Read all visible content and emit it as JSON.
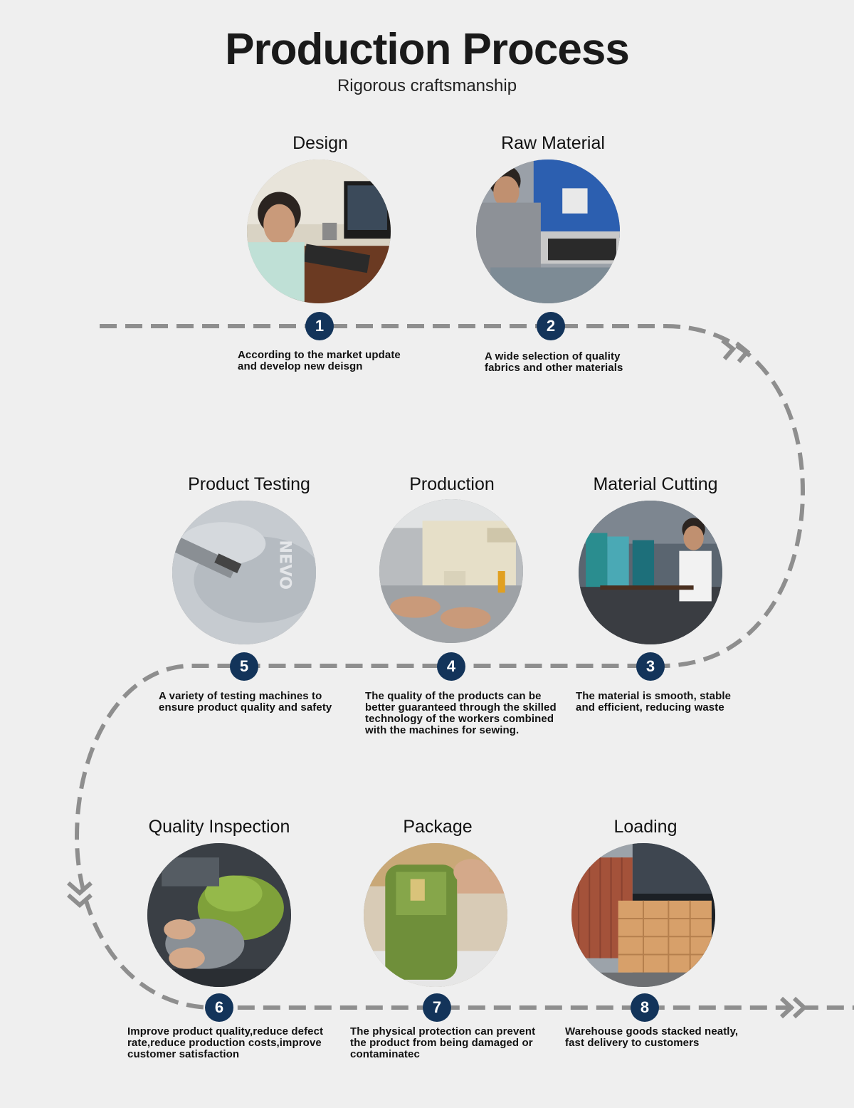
{
  "header": {
    "title": "Production Process",
    "subtitle": "Rigorous craftsmanship"
  },
  "steps": [
    {
      "number": "1",
      "title": "Design",
      "description": "According to the market update\nand develop new deisgn",
      "photo": "office-designer-at-computer"
    },
    {
      "number": "2",
      "title": "Raw Material",
      "description": "A wide selection of quality\nfabrics and other materials",
      "photo": "worker-at-press-machine"
    },
    {
      "number": "3",
      "title": "Material Cutting",
      "description": "The material is smooth, stable\nand efficient, reducing waste",
      "photo": "worker-cutting-fabric"
    },
    {
      "number": "4",
      "title": "Production",
      "description": "The quality of the products can be\nbetter guaranteed through the skilled\ntechnology of the workers combined\nwith the machines for sewing.",
      "photo": "sewing-machine"
    },
    {
      "number": "5",
      "title": "Product Testing",
      "description": "A variety of testing machines to\nensure product quality and safety",
      "photo": "fabric-testing"
    },
    {
      "number": "6",
      "title": "Quality Inspection",
      "description": "Improve product quality,reduce defect\nrate,reduce production costs,improve\ncustomer satisfaction",
      "photo": "inspecting-backpacks"
    },
    {
      "number": "7",
      "title": "Package",
      "description": "The physical protection can prevent\nthe product from being damaged or\ncontaminatec",
      "photo": "packaged-backpack"
    },
    {
      "number": "8",
      "title": "Loading",
      "description": "Warehouse goods stacked neatly,\nfast delivery to customers",
      "photo": "container-loading"
    }
  ],
  "colors": {
    "background": "#efefef",
    "badge": "#13345a",
    "dash": "#8e8e8e"
  }
}
